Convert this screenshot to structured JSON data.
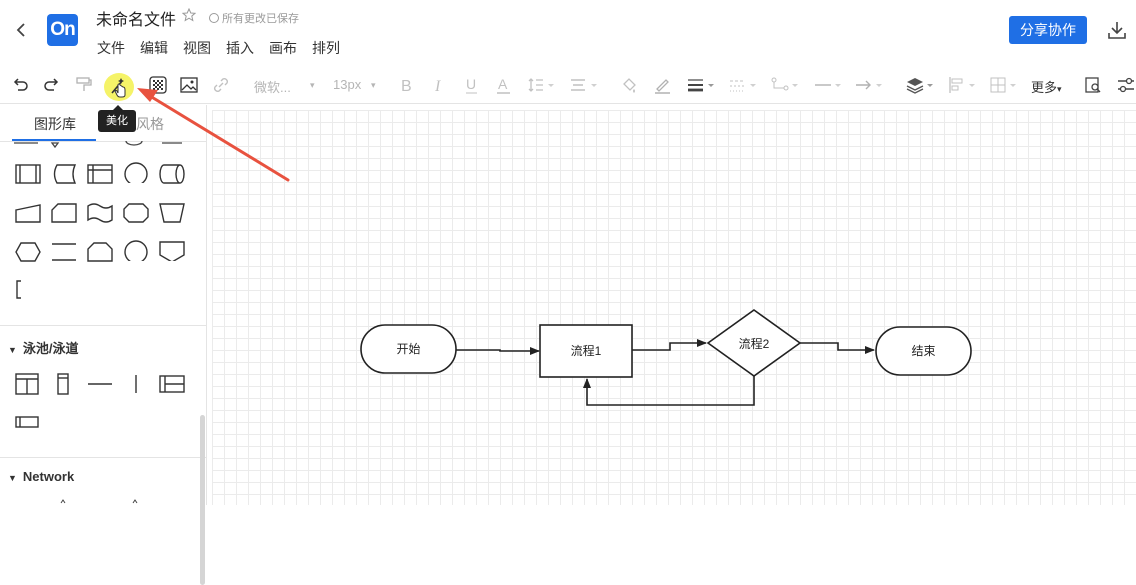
{
  "header": {
    "doc_title": "未命名文件",
    "saved_status": "所有更改已保存",
    "logo_text": "On",
    "menu": [
      "文件",
      "编辑",
      "视图",
      "插入",
      "画布",
      "排列"
    ],
    "share_label": "分享协作",
    "brand_color": "#1f6fe5"
  },
  "toolbar": {
    "font_family": "微软...",
    "font_size": "13px",
    "more_label": "更多",
    "tooltip": "美化",
    "icons": [
      "undo-icon",
      "redo-icon",
      "format-painter-icon",
      "beautify-icon",
      "fill-pattern-icon",
      "image-icon",
      "link-icon",
      "bold-icon",
      "italic-icon",
      "underline-icon",
      "font-color-icon",
      "line-spacing-icon",
      "align-icon",
      "fill-color-icon",
      "line-color-icon",
      "line-width-icon",
      "line-style-icon",
      "connector-icon",
      "line-type-icon",
      "arrow-icon",
      "layer-icon",
      "align-objects-icon",
      "distribute-icon",
      "search-replace-icon",
      "settings-icon"
    ]
  },
  "sidebar": {
    "tabs": [
      "图形库",
      "风格"
    ],
    "sections": [
      {
        "title": "泳池/泳道"
      },
      {
        "title": "Network"
      }
    ]
  },
  "diagram": {
    "nodes": [
      {
        "id": "start",
        "label": "开始",
        "shape": "terminator"
      },
      {
        "id": "p1",
        "label": "流程1",
        "shape": "process"
      },
      {
        "id": "p2",
        "label": "流程2",
        "shape": "decision"
      },
      {
        "id": "end",
        "label": "结束",
        "shape": "terminator"
      }
    ],
    "edges": [
      {
        "from": "start",
        "to": "p1"
      },
      {
        "from": "p1",
        "to": "p2"
      },
      {
        "from": "p2",
        "to": "end"
      },
      {
        "from": "p2",
        "to": "p1"
      }
    ]
  },
  "annotation": {
    "arrow_color": "#e8523f",
    "highlight_color": "#f3f14e"
  }
}
